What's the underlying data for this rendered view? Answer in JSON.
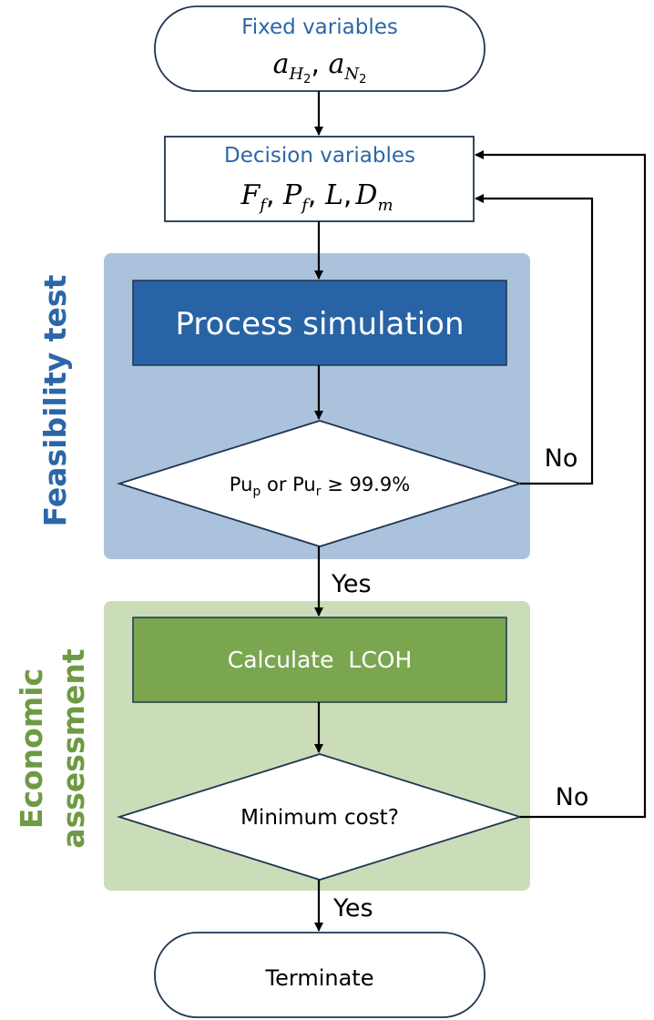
{
  "colors": {
    "blue_region": "#abc2dc",
    "blue_box": "#2863a5",
    "green_region": "#cbdcb9",
    "green_box": "#7aa650",
    "blue_label": "#2b67a8",
    "green_label": "#6e9a43",
    "stroke": "#1f3552",
    "arrow": "#000000"
  },
  "nodes": {
    "fixed_title": "Fixed variables",
    "fixed_vars": {
      "a1": "a",
      "a1_sub": "H",
      "a1_subsub": "2",
      "sep": ", ",
      "a2": "a",
      "a2_sub": "N",
      "a2_subsub": "2"
    },
    "decision_title": "Decision variables",
    "decision_vars": {
      "v1": "F",
      "v1_sub": "f",
      "v2": "P",
      "v2_sub": "f",
      "v3": "L",
      "v4": "D",
      "v4_sub": "m",
      "sep": ", ",
      "sep2": ","
    },
    "process_simulation": "Process simulation",
    "purity_check": {
      "pu1": "Pu",
      "pu1_sub": "p",
      "or": " or ",
      "pu2": "Pu",
      "pu2_sub": "r",
      "rest": " ≥ 99.9%"
    },
    "calculate": "Calculate  LCOH",
    "min_cost": "Minimum cost?",
    "terminate": "Terminate"
  },
  "labels": {
    "yes1": "Yes",
    "no1": "No",
    "yes2": "Yes",
    "no2": "No",
    "feasibility_region": "Feasibility test",
    "economic_line1": "Economic",
    "economic_line2": "assessment"
  }
}
